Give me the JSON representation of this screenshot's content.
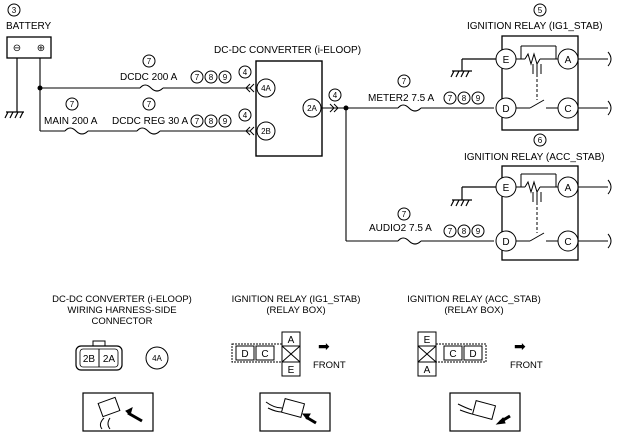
{
  "battery": {
    "callout": "3",
    "label": "BATTERY",
    "minus": "⊖",
    "plus": "⊕"
  },
  "converter": {
    "title": "DC-DC CONVERTER (i-ELOOP)",
    "term_4a": "4A",
    "term_2a": "2A",
    "term_2b": "2B"
  },
  "wires": {
    "dcdc200": {
      "callout": "7",
      "label": "DCDC 200 A",
      "refs": [
        "7",
        "8",
        "9"
      ],
      "end": "4"
    },
    "main200": {
      "callout": "7",
      "label": "MAIN 200 A"
    },
    "dcdcreg": {
      "callout": "7",
      "label": "DCDC REG 30 A",
      "refs": [
        "7",
        "8",
        "9"
      ],
      "end": "4"
    },
    "meter2": {
      "callout": "7",
      "label": "METER2 7.5 A",
      "refs": [
        "7",
        "8",
        "9"
      ]
    },
    "audio2": {
      "callout": "7",
      "label": "AUDIO2 7.5 A",
      "refs": [
        "7",
        "8",
        "9"
      ]
    },
    "junction": "4"
  },
  "relay_ig1": {
    "callout": "5",
    "title": "IGNITION RELAY (IG1_STAB)",
    "terms": [
      "E",
      "A",
      "D",
      "C"
    ]
  },
  "relay_acc": {
    "callout": "6",
    "title": "IGNITION RELAY (ACC_STAB)",
    "terms": [
      "E",
      "A",
      "D",
      "C"
    ]
  },
  "connectors": {
    "conv": {
      "title": [
        "DC-DC CONVERTER (i-ELOOP)",
        "WIRING HARNESS-SIDE",
        "CONNECTOR"
      ],
      "cells": [
        "2B",
        "2A"
      ],
      "single": "4A",
      "icon": "harness-connector-icon"
    },
    "ig1": {
      "title": [
        "IGNITION RELAY (IG1_STAB)",
        "(RELAY BOX)"
      ],
      "cells": [
        "D",
        "C",
        "A",
        "E"
      ],
      "front": "FRONT",
      "arrow": "➡",
      "icon": "relay-connector-icon"
    },
    "acc": {
      "title": [
        "IGNITION RELAY (ACC_STAB)",
        "(RELAY BOX)"
      ],
      "cells": [
        "E",
        "A",
        "C",
        "D"
      ],
      "front": "FRONT",
      "arrow": "➡",
      "icon": "relay-connector-icon"
    }
  }
}
